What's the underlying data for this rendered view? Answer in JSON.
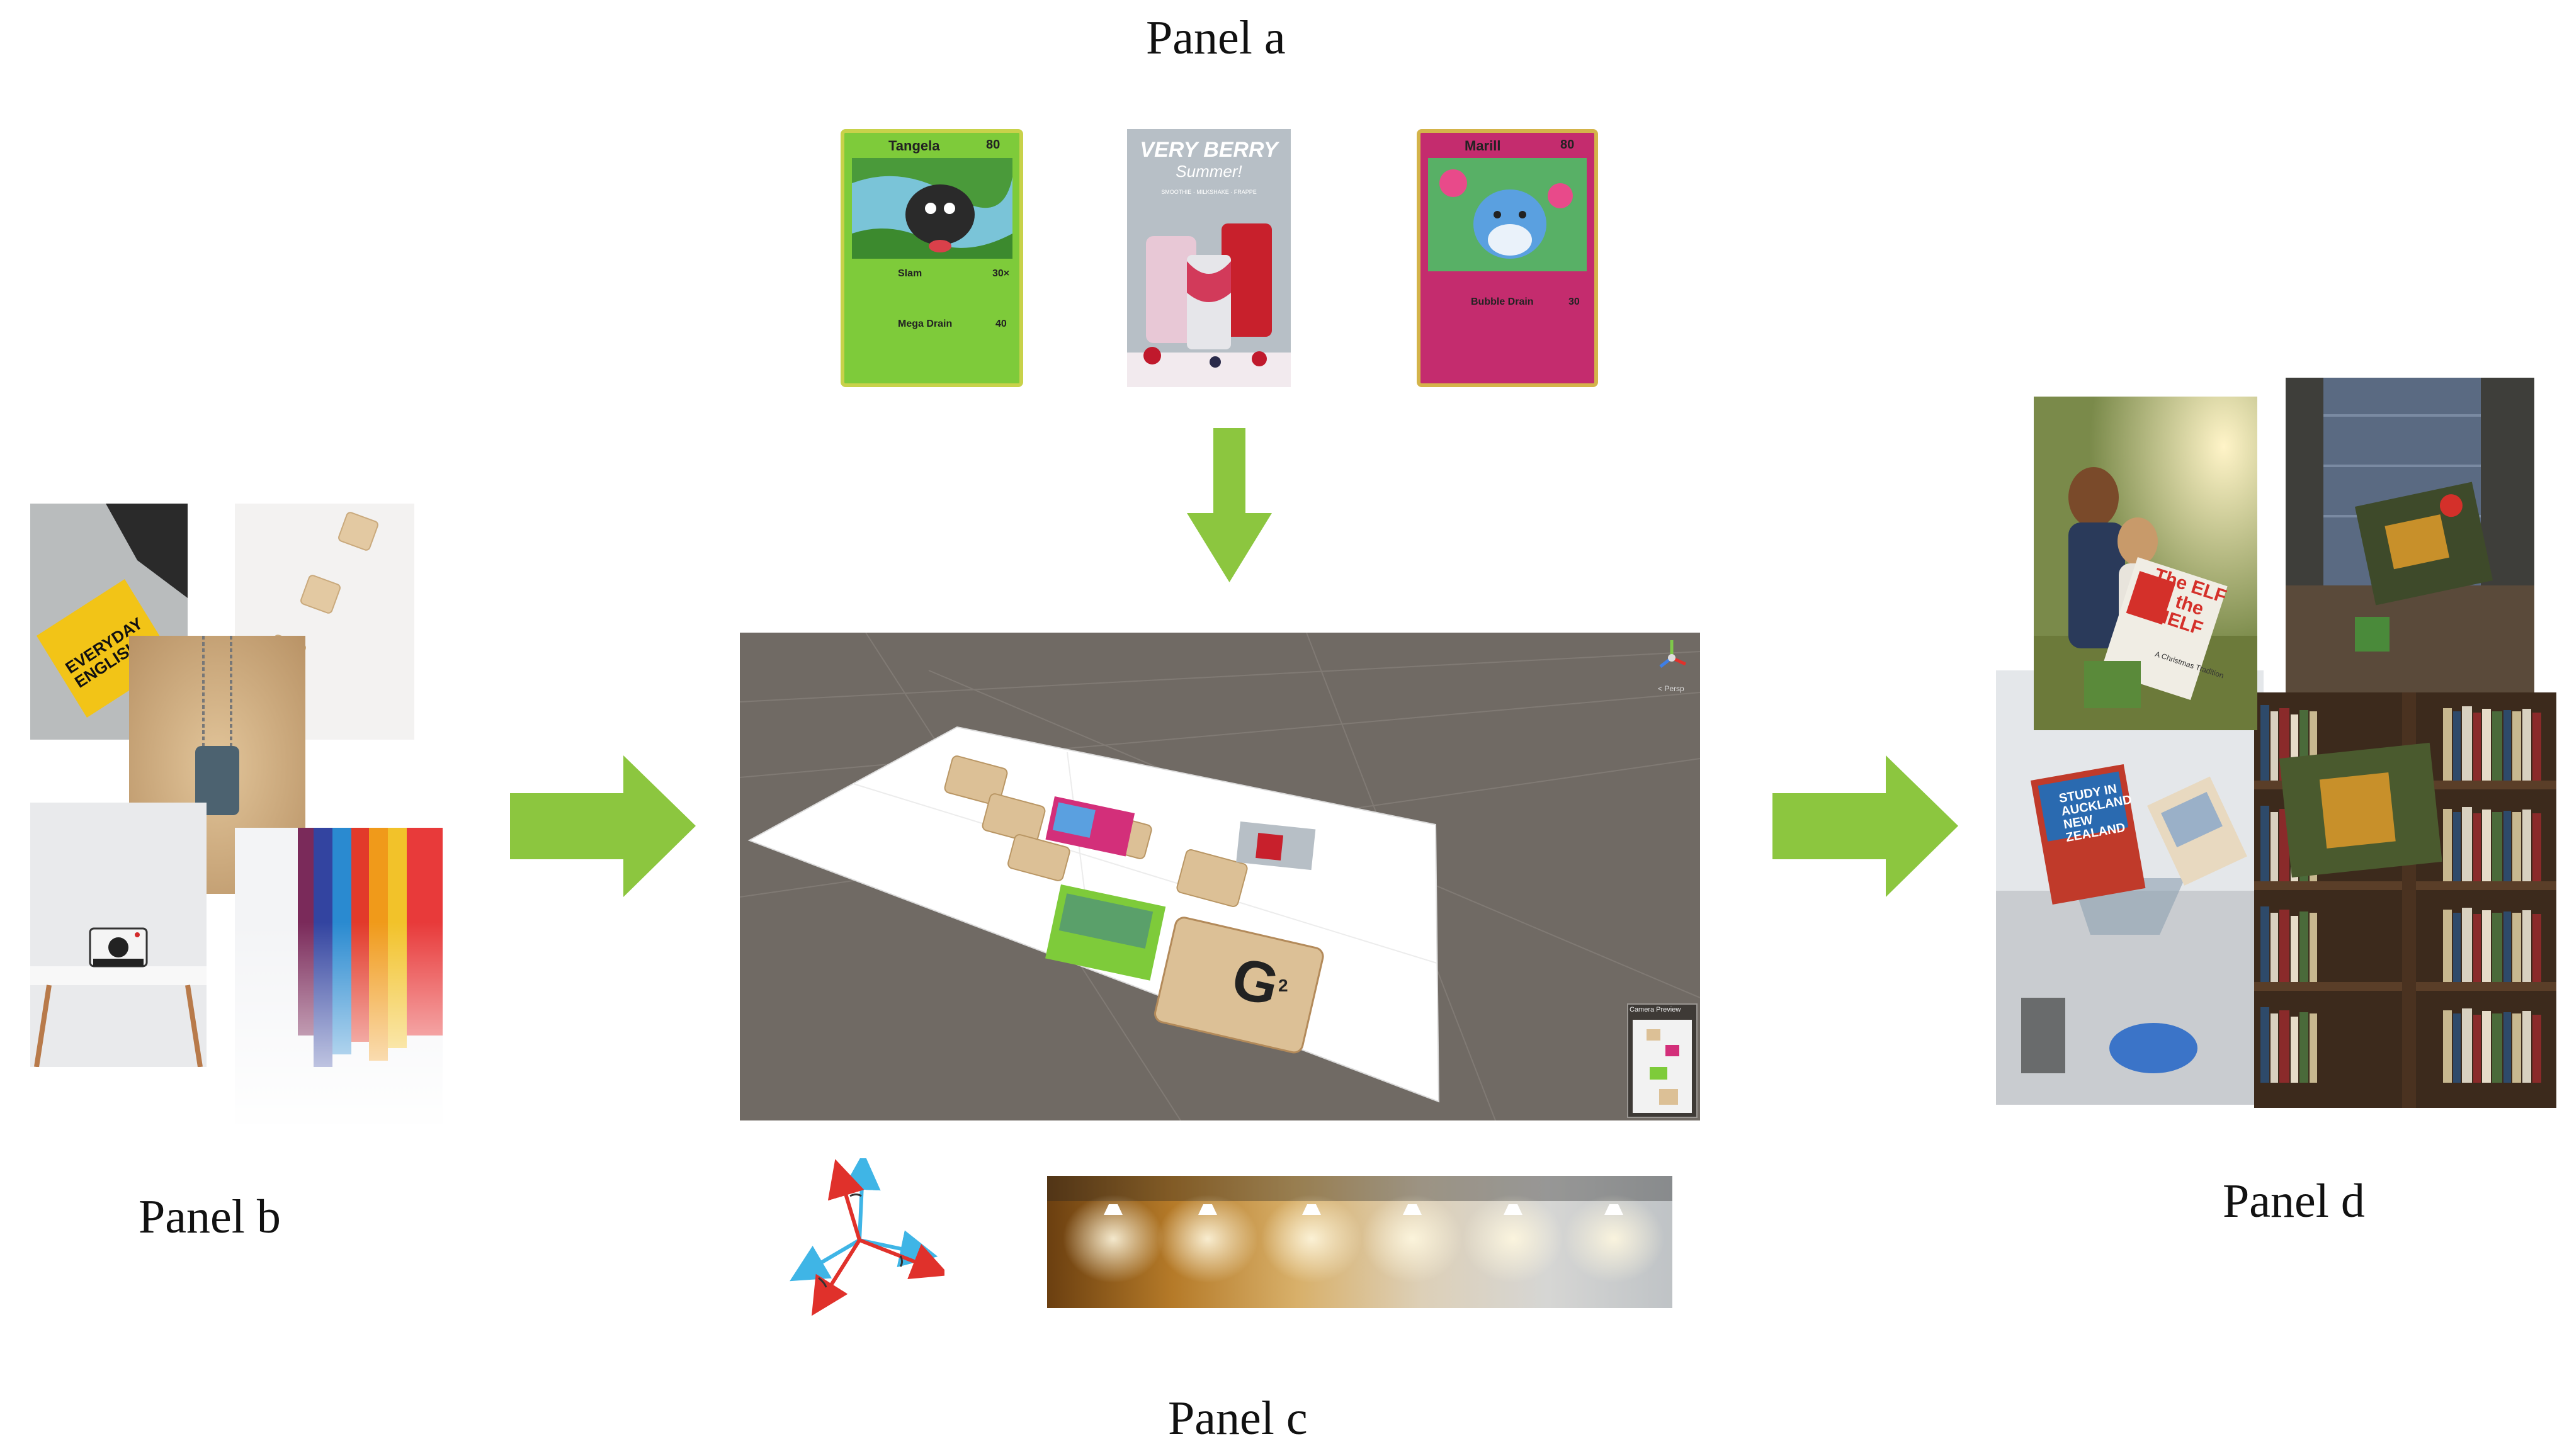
{
  "panels": {
    "a": {
      "label": "Panel a"
    },
    "b": {
      "label": "Panel b"
    },
    "c": {
      "label": "Panel c"
    },
    "d": {
      "label": "Panel d"
    }
  },
  "panel_a": {
    "card1": {
      "name": "Tangela",
      "hp": "80",
      "attack1": "Slam",
      "attack1_dmg": "30×",
      "attack2": "Mega Drain",
      "attack2_dmg": "40"
    },
    "card2": {
      "title": "VERY BERRY",
      "subtitle": "Summer!",
      "tagline": "SMOOTHIE · MILKSHAKE · FRAPPE"
    },
    "card3": {
      "name": "Marill",
      "hp": "80",
      "attack1": "Bubble Drain",
      "attack1_dmg": "30"
    }
  },
  "panel_b": {
    "book_text": "EVERYDAY ENGLISH"
  },
  "panel_c": {
    "camera_preview": "Camera Preview",
    "persp": "< Persp",
    "tile_letter": "G",
    "tile_sub": "2"
  },
  "panel_d": {
    "book1": "The ELF on the SHELF",
    "book1_sub": "A Christmas Tradition",
    "poster": "STUDY IN AUCKLAND NEW ZEALAND"
  },
  "colors": {
    "arrow_green": "#8cc63f",
    "scene_gray": "#706a64",
    "axis_red": "#e0312b",
    "axis_blue": "#3fb5e6"
  }
}
